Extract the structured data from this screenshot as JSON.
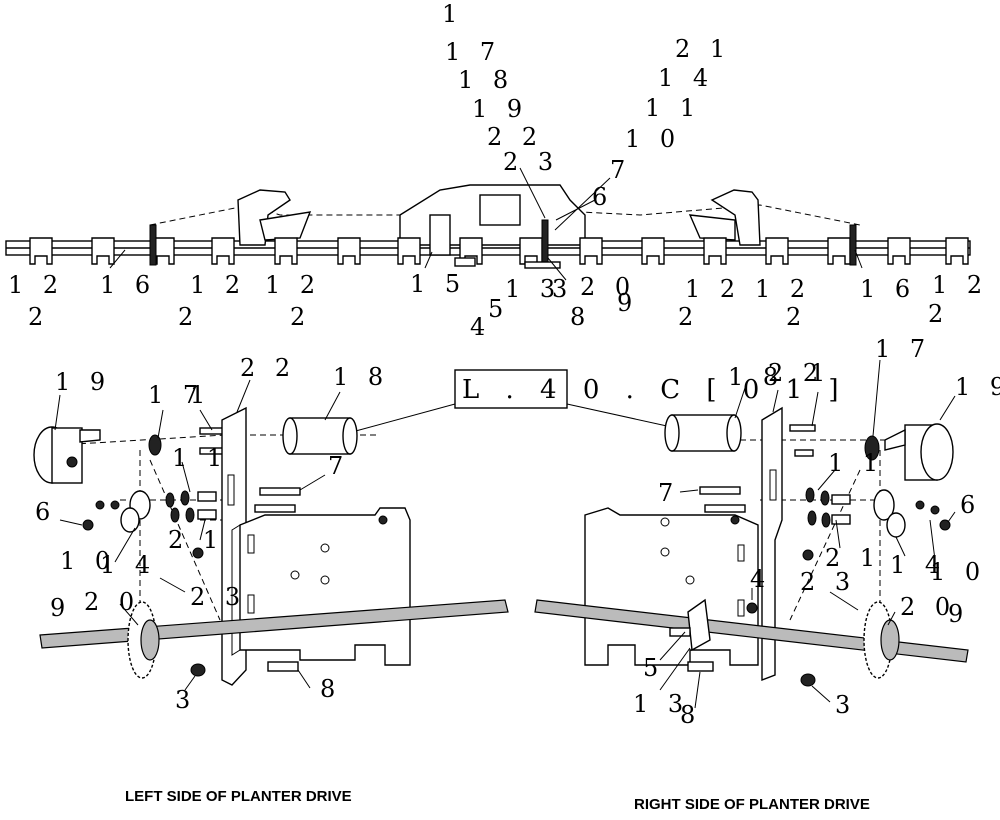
{
  "top_callouts": {
    "c1": "1",
    "c17": "1 7",
    "c18": "1 8",
    "c19": "1 9",
    "c22": "2 2",
    "c23": "2 3",
    "c21": "2 1",
    "c14": "1 4",
    "c11": "1 1",
    "c10": "1 0",
    "c7": "7",
    "c6": "6",
    "b12a": "1 2",
    "b2a": "2",
    "b16a": "1 6",
    "b12b": "1 2",
    "b2b": "2",
    "b12c": "1 2",
    "b2c": "2",
    "b15": "1 5",
    "b13": "1 3",
    "b5": "5",
    "b4": "4",
    "b3": "3",
    "b20": "2 0",
    "b8": "8",
    "b9": "9",
    "b12d": "1 2",
    "b2d": "2",
    "b12e": "1 2",
    "b2e": "2",
    "b16b": "1 6",
    "b12f": "1 2",
    "b2f": "2"
  },
  "left_callouts": {
    "l19": "1 9",
    "l17": "1 7",
    "l1": "1",
    "l22": "2 2",
    "l18": "1 8",
    "l11": "1 1",
    "l7": "7",
    "l6": "6",
    "l10": "1 0",
    "l21": "2 1",
    "l14": "1 4",
    "l23": "2 3",
    "l9": "9",
    "l20": "2 0",
    "l3": "3",
    "l8": "8"
  },
  "right_callouts": {
    "r18": "1 8",
    "r22": "2 2",
    "r1": "1",
    "r17": "1 7",
    "r19": "1 9",
    "r11": "1 1",
    "r7": "7",
    "r6": "6",
    "r21": "2 1",
    "r14": "1 4",
    "r10": "1 0",
    "r23": "2 3",
    "r4": "4",
    "r20": "2 0",
    "r9": "9",
    "r5": "5",
    "r13": "1 3",
    "r8": "8",
    "r3": "3"
  },
  "reference_box": "L . 4 0 . C [ 0 1 ]",
  "captions": {
    "left": "LEFT SIDE OF PLANTER DRIVE",
    "right": "RIGHT SIDE OF PLANTER DRIVE"
  }
}
